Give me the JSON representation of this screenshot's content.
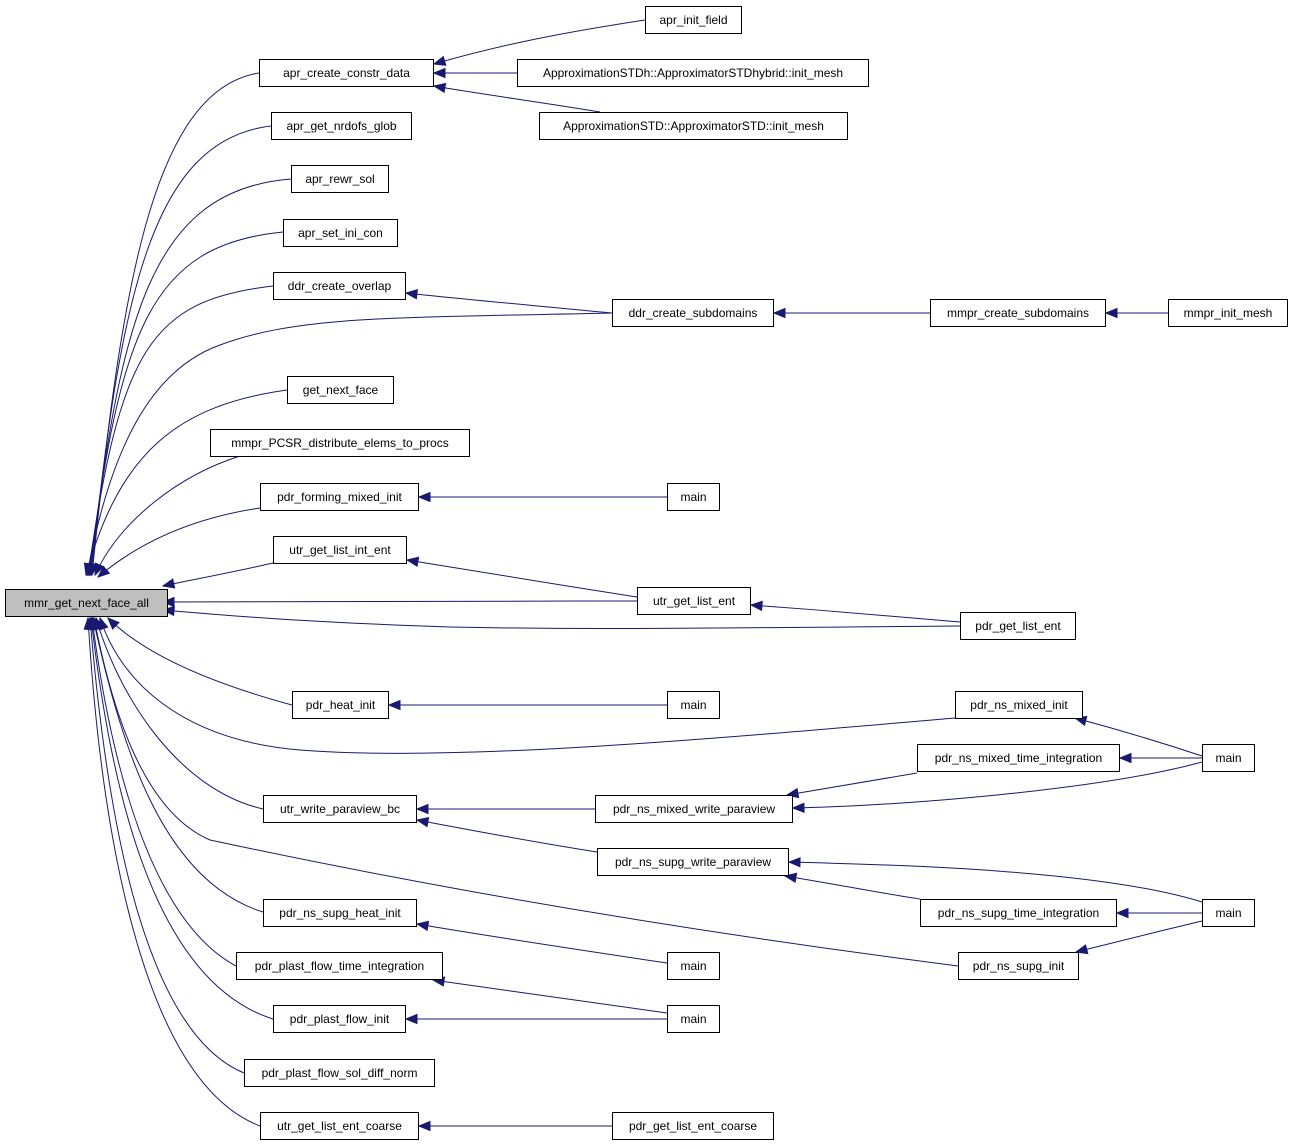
{
  "graph": {
    "edge_color": "#191970",
    "root_fill": "#bfbfbf",
    "nodes": [
      {
        "id": "n0",
        "label": "mmr_get_next_face_all",
        "root": true
      },
      {
        "id": "n1",
        "label": "apr_create_constr_data"
      },
      {
        "id": "n2",
        "label": "apr_init_field"
      },
      {
        "id": "n3",
        "label": "ApproximationSTDh::ApproximatorSTDhybrid::init_mesh"
      },
      {
        "id": "n4",
        "label": "ApproximationSTD::ApproximatorSTD::init_mesh"
      },
      {
        "id": "n5",
        "label": "apr_get_nrdofs_glob"
      },
      {
        "id": "n6",
        "label": "apr_rewr_sol"
      },
      {
        "id": "n7",
        "label": "apr_set_ini_con"
      },
      {
        "id": "n8",
        "label": "ddr_create_overlap"
      },
      {
        "id": "n9",
        "label": "ddr_create_subdomains"
      },
      {
        "id": "n10",
        "label": "mmpr_create_subdomains"
      },
      {
        "id": "n11",
        "label": "mmpr_init_mesh"
      },
      {
        "id": "n12",
        "label": "get_next_face"
      },
      {
        "id": "n13",
        "label": "mmpr_PCSR_distribute_elems_to_procs"
      },
      {
        "id": "n14",
        "label": "pdr_forming_mixed_init"
      },
      {
        "id": "n15",
        "label": "main"
      },
      {
        "id": "n16",
        "label": "utr_get_list_int_ent"
      },
      {
        "id": "n17",
        "label": "utr_get_list_ent"
      },
      {
        "id": "n18",
        "label": "pdr_get_list_ent"
      },
      {
        "id": "n19",
        "label": "pdr_heat_init"
      },
      {
        "id": "n20",
        "label": "main"
      },
      {
        "id": "n21",
        "label": "pdr_ns_mixed_init"
      },
      {
        "id": "n22",
        "label": "main"
      },
      {
        "id": "n23",
        "label": "pdr_ns_mixed_time_integration"
      },
      {
        "id": "n24",
        "label": "utr_write_paraview_bc"
      },
      {
        "id": "n25",
        "label": "pdr_ns_mixed_write_paraview"
      },
      {
        "id": "n26",
        "label": "pdr_ns_supg_write_paraview"
      },
      {
        "id": "n27",
        "label": "pdr_ns_supg_heat_init"
      },
      {
        "id": "n28",
        "label": "pdr_ns_supg_time_integration"
      },
      {
        "id": "n29",
        "label": "main"
      },
      {
        "id": "n30",
        "label": "pdr_plast_flow_time_integration"
      },
      {
        "id": "n31",
        "label": "main"
      },
      {
        "id": "n32",
        "label": "pdr_ns_supg_init"
      },
      {
        "id": "n33",
        "label": "pdr_plast_flow_init"
      },
      {
        "id": "n34",
        "label": "main"
      },
      {
        "id": "n35",
        "label": "pdr_plast_flow_sol_diff_norm"
      },
      {
        "id": "n36",
        "label": "utr_get_list_ent_coarse"
      },
      {
        "id": "n37",
        "label": "pdr_get_list_ent_coarse"
      }
    ],
    "edges": [
      {
        "from": "n1",
        "to": "n0"
      },
      {
        "from": "n5",
        "to": "n0"
      },
      {
        "from": "n6",
        "to": "n0"
      },
      {
        "from": "n7",
        "to": "n0"
      },
      {
        "from": "n8",
        "to": "n0"
      },
      {
        "from": "n9",
        "to": "n0"
      },
      {
        "from": "n12",
        "to": "n0"
      },
      {
        "from": "n13",
        "to": "n0"
      },
      {
        "from": "n14",
        "to": "n0"
      },
      {
        "from": "n16",
        "to": "n0"
      },
      {
        "from": "n17",
        "to": "n0"
      },
      {
        "from": "n18",
        "to": "n0"
      },
      {
        "from": "n19",
        "to": "n0"
      },
      {
        "from": "n21",
        "to": "n0"
      },
      {
        "from": "n24",
        "to": "n0"
      },
      {
        "from": "n32",
        "to": "n0"
      },
      {
        "from": "n27",
        "to": "n0"
      },
      {
        "from": "n30",
        "to": "n0"
      },
      {
        "from": "n33",
        "to": "n0"
      },
      {
        "from": "n35",
        "to": "n0"
      },
      {
        "from": "n36",
        "to": "n0"
      },
      {
        "from": "n2",
        "to": "n1"
      },
      {
        "from": "n3",
        "to": "n1"
      },
      {
        "from": "n4",
        "to": "n1"
      },
      {
        "from": "n9",
        "to": "n8"
      },
      {
        "from": "n10",
        "to": "n9"
      },
      {
        "from": "n11",
        "to": "n10"
      },
      {
        "from": "n15",
        "to": "n14"
      },
      {
        "from": "n17",
        "to": "n16"
      },
      {
        "from": "n18",
        "to": "n17"
      },
      {
        "from": "n20",
        "to": "n19"
      },
      {
        "from": "n22",
        "to": "n21"
      },
      {
        "from": "n22",
        "to": "n23"
      },
      {
        "from": "n23",
        "to": "n25"
      },
      {
        "from": "n22",
        "to": "n25"
      },
      {
        "from": "n25",
        "to": "n24"
      },
      {
        "from": "n26",
        "to": "n24"
      },
      {
        "from": "n29",
        "to": "n26"
      },
      {
        "from": "n28",
        "to": "n26"
      },
      {
        "from": "n29",
        "to": "n28"
      },
      {
        "from": "n29",
        "to": "n32"
      },
      {
        "from": "n31",
        "to": "n27"
      },
      {
        "from": "n34",
        "to": "n30"
      },
      {
        "from": "n34",
        "to": "n33"
      },
      {
        "from": "n37",
        "to": "n36"
      }
    ]
  }
}
